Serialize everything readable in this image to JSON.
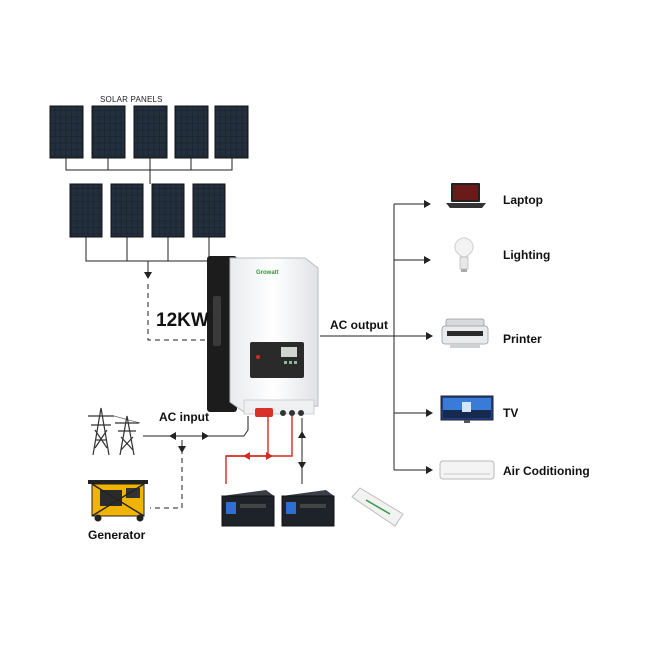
{
  "diagram": {
    "solar_panels_label": "SOLAR PANELS",
    "power_rating": "12KW",
    "inverter_brand": "Growatt",
    "ac_output_label": "AC output",
    "ac_input_label": "AC input",
    "sources": [
      {
        "id": "grid",
        "icon": "power-tower-icon"
      },
      {
        "id": "generator",
        "label": "Generator",
        "icon": "generator-icon"
      }
    ],
    "loads": [
      {
        "id": "laptop",
        "label": "Laptop",
        "icon": "laptop-icon"
      },
      {
        "id": "lighting",
        "label": "Lighting",
        "icon": "light-bulb-icon"
      },
      {
        "id": "printer",
        "label": "Printer",
        "icon": "printer-icon"
      },
      {
        "id": "tv",
        "label": "TV",
        "icon": "tv-icon"
      },
      {
        "id": "air_conditioning",
        "label": "Air Coditioning",
        "icon": "air-conditioner-icon"
      }
    ],
    "storage": [
      {
        "id": "battery-1",
        "icon": "battery-pack-icon"
      },
      {
        "id": "battery-2",
        "icon": "battery-pack-icon"
      },
      {
        "id": "wifi-dongle",
        "icon": "wifi-dongle-icon"
      }
    ],
    "colors": {
      "battery_line": "#d42a20",
      "wire": "#222222",
      "brand": "#2e9b3c",
      "panel": "#1b2430"
    }
  }
}
